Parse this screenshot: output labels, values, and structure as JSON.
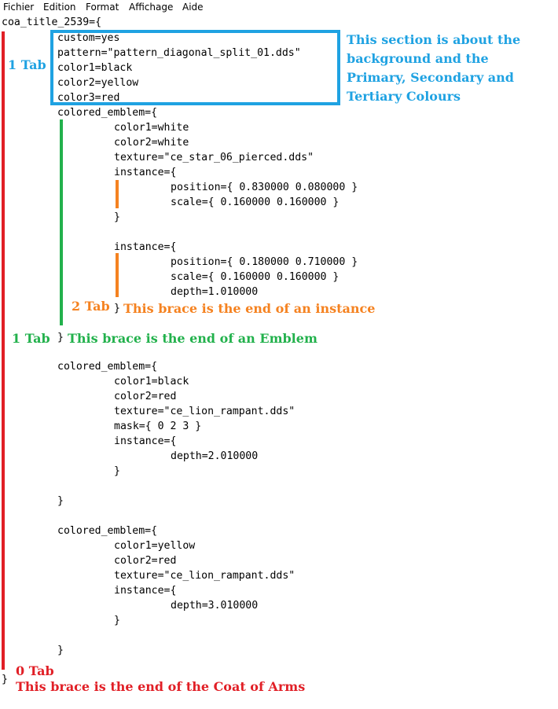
{
  "menu": [
    "Fichier",
    "Edition",
    "Format",
    "Affichage",
    "Aide"
  ],
  "code_lines": [
    "coa_title_2539={",
    "custom=yes",
    "pattern=\"pattern_diagonal_split_01.dds\"",
    "color1=black",
    "color2=yellow",
    "color3=red",
    "colored_emblem={",
    "color1=white",
    "color2=white",
    "texture=\"ce_star_06_pierced.dds\"",
    "instance={",
    "position={ 0.830000 0.080000 }",
    "scale={ 0.160000 0.160000 }",
    "}",
    "instance={",
    "position={ 0.180000 0.710000 }",
    "scale={ 0.160000 0.160000 }",
    "depth=1.010000",
    "}",
    "}",
    "colored_emblem={",
    "color1=black",
    "color2=red",
    "texture=\"ce_lion_rampant.dds\"",
    "mask={ 0 2 3 }",
    "instance={",
    "depth=2.010000",
    "}",
    "}",
    "colored_emblem={",
    "color1=yellow",
    "color2=red",
    "texture=\"ce_lion_rampant.dds\"",
    "instance={",
    "depth=3.010000",
    "}",
    "}",
    "}"
  ],
  "annotations": {
    "section_title_1": "This section is about the",
    "section_title_2": "background and the",
    "section_title_3": "Primary, Secondary and",
    "section_title_4": "Tertiary Colours",
    "tab_1_top": "1 Tab",
    "tab_2": "2 Tab",
    "instance_end": "This brace is the end of an instance",
    "tab_1_mid": "1 Tab",
    "emblem_end": "This brace is the end of an Emblem",
    "tab_0": "0 Tab",
    "coa_end": "This brace is the end of the Coat of Arms"
  },
  "colors": {
    "red": "#e11f26",
    "green": "#22b14c",
    "orange": "#f58220",
    "blue": "#1fa2e2"
  }
}
